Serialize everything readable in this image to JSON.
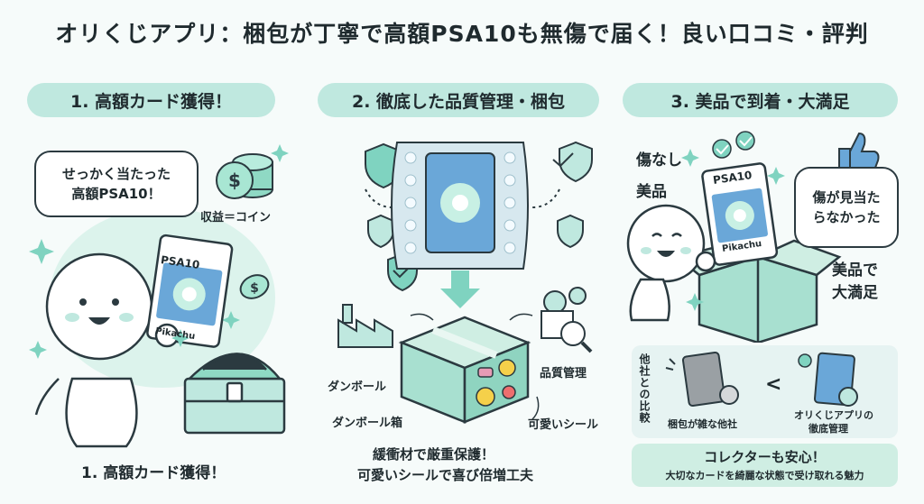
{
  "title": "オリくじアプリ：梱包が丁寧で高額PSA10も無傷で届く！良い口コミ・評判",
  "panel1": {
    "header": "1. 高額カード獲得！",
    "bubble_line1": "せっかく当たった",
    "bubble_line2": "高額PSA10！",
    "coins_label": "収益＝コイン",
    "card_grade": "PSA10",
    "card_name": "Pikachu",
    "footer": "1. 高額カード獲得！"
  },
  "panel2": {
    "header": "2. 徹底した品質管理・梱包",
    "label_cardboard": "ダンボール",
    "label_box": "ダンボール箱",
    "label_quality": "品質管理",
    "label_sticker": "可愛いシール",
    "caption_line1": "緩衝材で厳重保護！",
    "caption_line2": "可愛いシールで喜び倍増工夫"
  },
  "panel3": {
    "header": "3. 美品で到着・大満足",
    "left_line1": "傷なし",
    "left_line2": "美品",
    "card_grade": "PSA10",
    "card_name": "Pikachu",
    "bubble_line1": "傷が見当た",
    "bubble_line2": "らなかった",
    "satisfied_line1": "美品で",
    "satisfied_line2": "大満足",
    "compare_title": "他社との比較",
    "compare_left": "梱包が雑な他社",
    "compare_right_line1": "オリくじアプリの",
    "compare_right_line2": "徹底管理",
    "compare_symbol": "<",
    "banner_title": "コレクターも安心！",
    "banner_sub": "大切なカードを綺麗な状態で受け取れる魅力"
  },
  "colors": {
    "mint": "#bfe8df",
    "teal": "#7fd3c0",
    "outline": "#2b3a40",
    "card_blue": "#6aa7d8"
  }
}
